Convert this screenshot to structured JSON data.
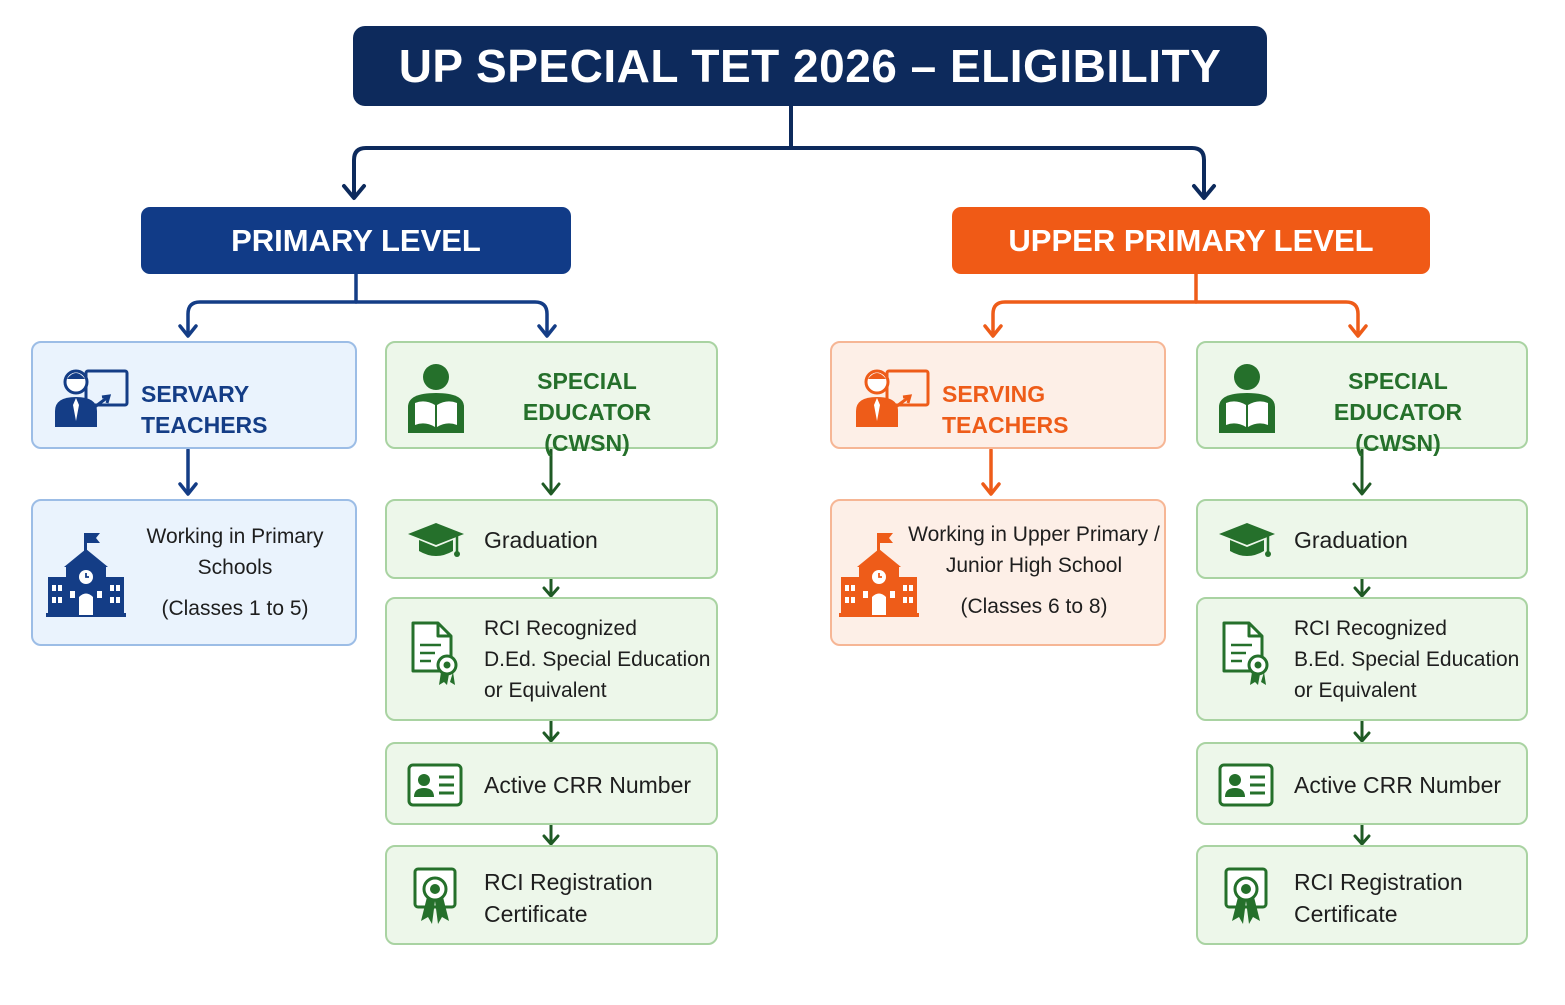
{
  "title": "UP SPECIAL TET 2026 – ELIGIBILITY",
  "colors": {
    "navy": "#0d2a5c",
    "primary_blue": "#113b87",
    "upper_orange": "#f05a16",
    "green": "#25702b"
  },
  "primary": {
    "label": "PRIMARY LEVEL",
    "serving": {
      "title": "SERVARY TEACHERS",
      "icon": "teacher-icon",
      "detail_line1": "Working in Primary",
      "detail_line2": "Schools",
      "detail_line3": "(Classes 1 to 5)",
      "detail_icon": "school-building-icon"
    },
    "special": {
      "title_line1": "SPECIAL EDUCATOR",
      "title_line2": "(CWSN)",
      "icon": "student-reading-icon",
      "steps": {
        "graduation": "Graduation",
        "rci_line1": "RCI Recognized",
        "rci_line2": "D.Ed. Special Education",
        "rci_line3": "or Equivalent",
        "crr": "Active CRR Number",
        "cert_line1": "RCI Registration",
        "cert_line2": "Certificate"
      }
    }
  },
  "upper": {
    "label": "UPPER PRIMARY LEVEL",
    "serving": {
      "title": "SERVING TEACHERS",
      "icon": "teacher-icon",
      "detail_line1": "Working in Upper Primary /",
      "detail_line2": "Junior High School",
      "detail_line3": "(Classes 6 to 8)",
      "detail_icon": "school-building-icon"
    },
    "special": {
      "title_line1": "SPECIAL EDUCATOR",
      "title_line2": "(CWSN)",
      "icon": "student-reading-icon",
      "steps": {
        "graduation": "Graduation",
        "rci_line1": "RCI Recognized",
        "rci_line2": "B.Ed. Special Education",
        "rci_line3": "or Equivalent",
        "crr": "Active CRR Number",
        "cert_line1": "RCI Registration",
        "cert_line2": "Certificate"
      }
    }
  }
}
